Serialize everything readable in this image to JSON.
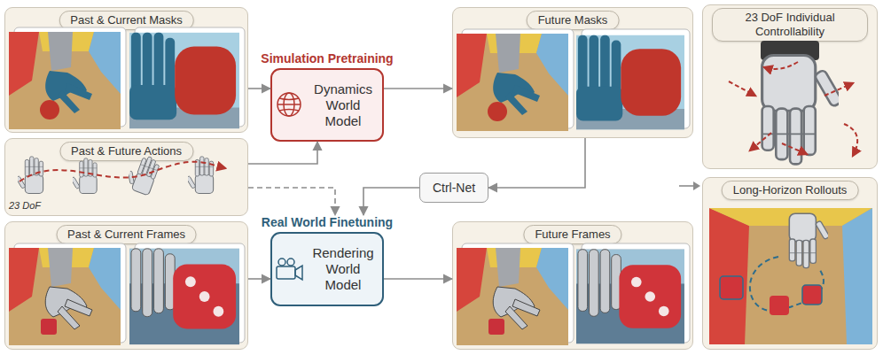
{
  "diagram": {
    "nodes": [
      {
        "text": [
          "Past & Current Masks"
        ]
      },
      {
        "text": [
          "Simulation Pretraining",
          "Dynamics World Model"
        ]
      },
      {
        "text": [
          "Future Masks"
        ]
      },
      {
        "text": [
          "23 DoF Individual Controllability"
        ]
      },
      {
        "text": [
          "Past & Future Actions"
        ]
      },
      {
        "text": [
          "Ctrl-Net"
        ]
      },
      {
        "text": [
          "Past & Current Frames"
        ]
      },
      {
        "text": [
          "Real World Finetuning",
          "Rendering World Model"
        ]
      },
      {
        "text": [
          "Future Frames"
        ]
      },
      {
        "text": [
          "Long-Horizon Rollouts"
        ]
      }
    ],
    "edges": [
      {
        "from": 0,
        "to": 1,
        "arrow": "to"
      },
      {
        "from": 4,
        "to": 1,
        "arrow": "to"
      },
      {
        "from": 4,
        "to": 7,
        "arrow": "to"
      },
      {
        "from": 6,
        "to": 7,
        "arrow": "to"
      },
      {
        "from": 1,
        "to": 2,
        "arrow": "to"
      },
      {
        "from": 2,
        "to": 5,
        "arrow": "to"
      },
      {
        "from": 5,
        "to": 7,
        "arrow": "to"
      },
      {
        "from": 7,
        "to": 8,
        "arrow": "to"
      }
    ],
    "labels": [
      "23 DoF"
    ]
  }
}
